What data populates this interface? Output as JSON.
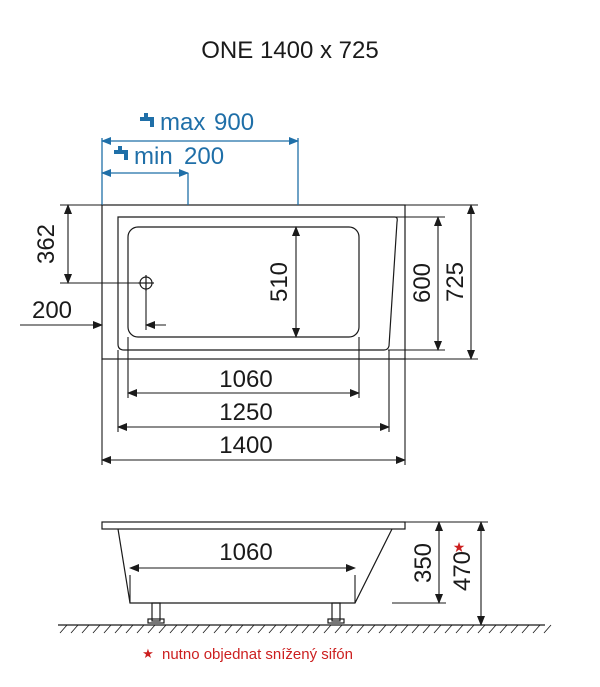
{
  "title": "ONE 1400 x 725",
  "colors": {
    "line": "#1a1a1a",
    "accent": "#1f6fa8",
    "note": "#cc1f1f"
  },
  "top_view": {
    "tap_max_label": "max",
    "tap_max_value": "900",
    "tap_min_label": "min",
    "tap_min_value": "200",
    "drain_from_end": "200",
    "drain_from_side": "362",
    "inner_width": "510",
    "width_600": "600",
    "width_725": "725",
    "length_1060": "1060",
    "length_1250": "1250",
    "length_1400": "1400"
  },
  "side_view": {
    "bottom_length": "1060",
    "depth": "350",
    "total_height": "470",
    "star": "★"
  },
  "footnote": {
    "star": "★",
    "text": "nutno objednat snížený sifón"
  }
}
